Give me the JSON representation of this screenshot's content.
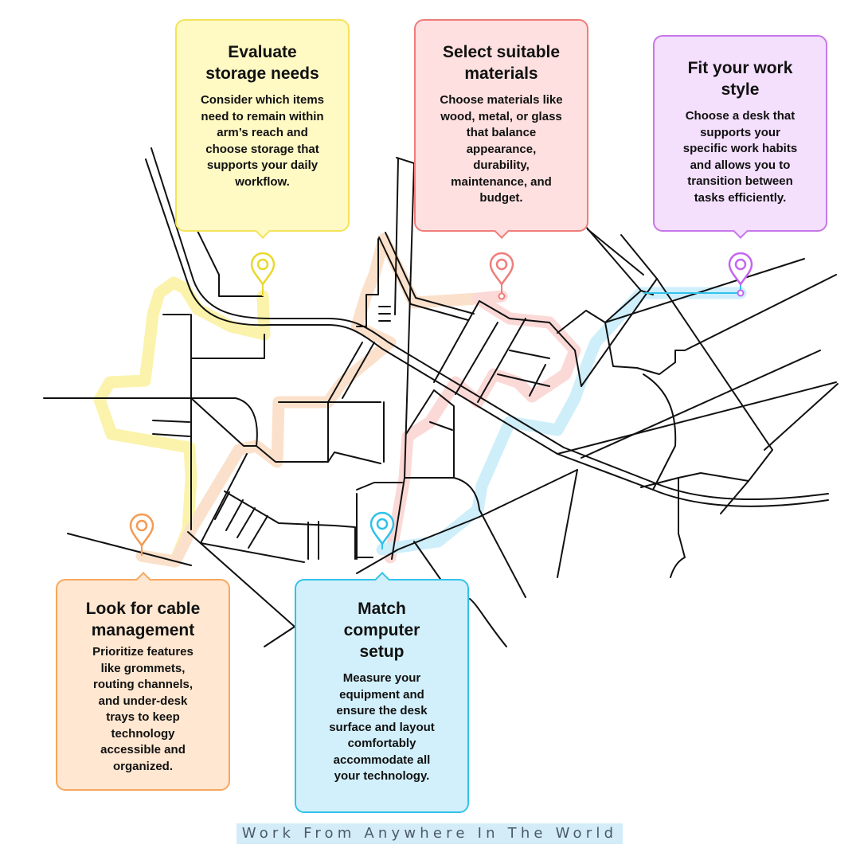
{
  "footer": {
    "text": "Work From Anywhere In The World"
  },
  "colors": {
    "yellow": {
      "fill": "#fff9c4",
      "border": "#f3e35b",
      "pin": "#e8d92d",
      "glow": "#fbf29e"
    },
    "red": {
      "fill": "#fde0df",
      "border": "#ef7c7a",
      "pin": "#f07d7a",
      "glow": "#fbd3d1"
    },
    "purple": {
      "fill": "#f4dffd",
      "border": "#c777ea",
      "pin": "#c565ee",
      "glow": "#eccbfa"
    },
    "orange": {
      "fill": "#ffe7d1",
      "border": "#f7a75e",
      "pin": "#f59a52",
      "glow": "#fbdcc3"
    },
    "blue": {
      "fill": "#d2f0fb",
      "border": "#31c3ea",
      "pin": "#2ec1ea",
      "glow": "#c6ecfa"
    },
    "road": "#111111"
  },
  "cards": {
    "storage": {
      "title": "Evaluate storage needs",
      "body": "Consider which items need to remain within arm’s reach and choose storage that supports your daily workflow.",
      "pin_icon": "map-pin-icon"
    },
    "materials": {
      "title": "Select suitable materials",
      "body": "Choose materials like wood, metal, or glass that balance appearance, durability, maintenance, and budget.",
      "pin_icon": "map-pin-icon"
    },
    "workstyle": {
      "title": "Fit your work style",
      "body": "Choose a desk that supports your specific work habits and allows you to transition between tasks efficiently.",
      "pin_icon": "map-pin-icon"
    },
    "cable": {
      "title": "Look for cable management",
      "body": "Prioritize features like grommets, routing channels, and under-desk trays to keep technology accessible and organized.",
      "pin_icon": "map-pin-icon"
    },
    "computer": {
      "title": "Match computer setup",
      "body": "Measure your equipment and ensure the desk surface and layout comfortably accommodate all your technology.",
      "pin_icon": "map-pin-icon"
    }
  }
}
